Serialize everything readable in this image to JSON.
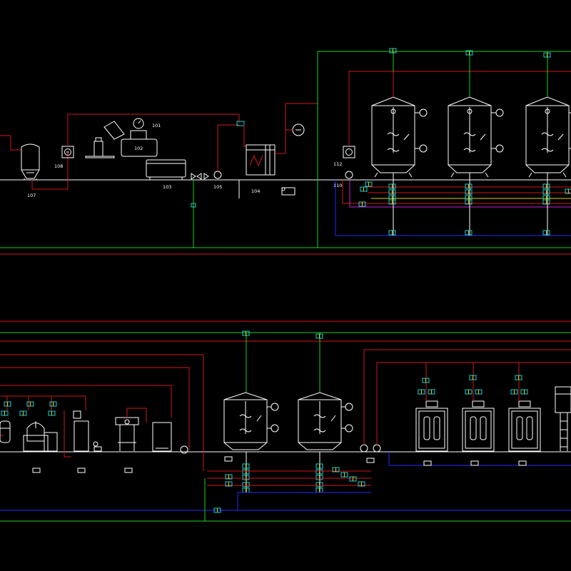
{
  "colors": {
    "background": "#000000",
    "equipment": "#ffffff",
    "line_green": "#19d219",
    "line_red": "#d21919",
    "line_blue": "#1f2bff",
    "line_magenta": "#d020d0",
    "valve_cyan": "#19d2d2",
    "valve_yellow": "#e0d000"
  },
  "labels": {
    "l101": "101",
    "l102": "102",
    "l103": "103",
    "l104": "104",
    "l105": "105",
    "l107": "107",
    "l108": "108",
    "l110": "110",
    "l112": "112"
  }
}
